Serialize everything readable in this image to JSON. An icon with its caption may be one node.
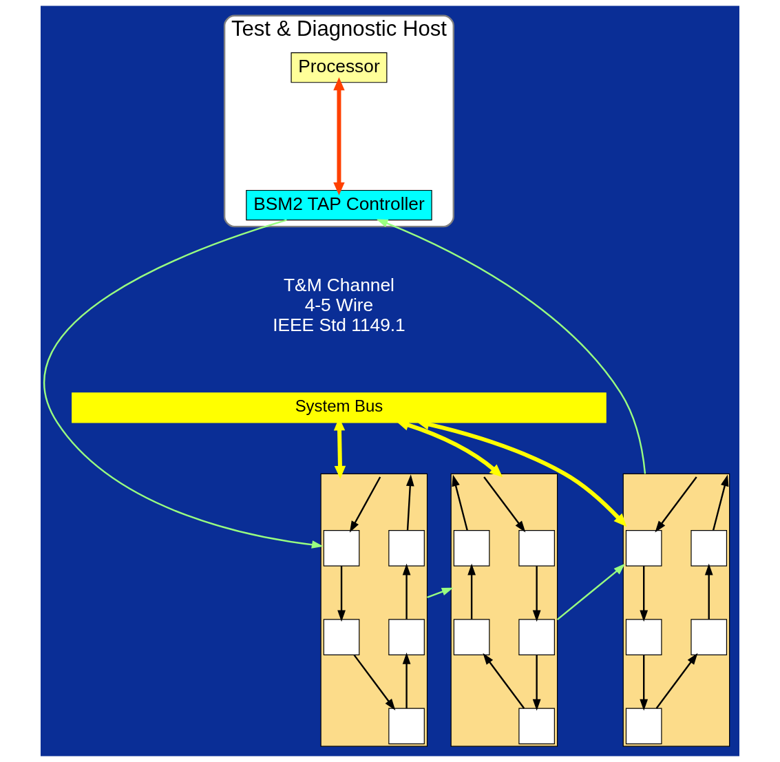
{
  "diagram": {
    "nodes": [
      {
        "text": [
          "Test & Diagnostic Host"
        ]
      },
      {
        "text": [
          "Processor"
        ],
        "in": 0
      },
      {
        "text": [
          "BSM2 TAP Controller"
        ],
        "in": 0
      },
      {
        "text": [
          "System Bus"
        ]
      },
      {
        "text": [],
        "shape": "box"
      },
      {
        "text": [],
        "shape": "box",
        "in": 4
      },
      {
        "text": [],
        "shape": "box",
        "in": 4
      },
      {
        "text": [],
        "shape": "box",
        "in": 4
      },
      {
        "text": [],
        "shape": "box",
        "in": 4
      },
      {
        "text": [],
        "shape": "box",
        "in": 4
      },
      {
        "text": [],
        "shape": "box"
      },
      {
        "text": [],
        "shape": "box",
        "in": 10
      },
      {
        "text": [],
        "shape": "box",
        "in": 10
      },
      {
        "text": [],
        "shape": "box",
        "in": 10
      },
      {
        "text": [],
        "shape": "box",
        "in": 10
      },
      {
        "text": [],
        "shape": "box",
        "in": 10
      },
      {
        "text": [],
        "shape": "box"
      },
      {
        "text": [],
        "shape": "box",
        "in": 16
      },
      {
        "text": [],
        "shape": "box",
        "in": 16
      },
      {
        "text": [],
        "shape": "box",
        "in": 16
      },
      {
        "text": [],
        "shape": "box",
        "in": 16
      },
      {
        "text": [],
        "shape": "box",
        "in": 16
      }
    ],
    "edges": [
      {
        "from": 1,
        "to": 2,
        "arrow": "both",
        "style": "thick",
        "color": "#ff4000"
      },
      {
        "from": 2,
        "to": 4,
        "arrow": "to",
        "color": "#99ff80"
      },
      {
        "from": 3,
        "to": 4,
        "arrow": "both",
        "style": "thick",
        "color": "#ffff00"
      },
      {
        "from": 4,
        "to": 10,
        "arrow": "to",
        "color": "#99ff80"
      },
      {
        "from": 3,
        "to": 10,
        "arrow": "both",
        "style": "thick",
        "color": "#ffff00"
      },
      {
        "from": 10,
        "to": 16,
        "arrow": "to",
        "color": "#99ff80"
      },
      {
        "from": 3,
        "to": 16,
        "arrow": "both",
        "style": "thick",
        "color": "#ffff00"
      },
      {
        "from": 16,
        "to": 2,
        "arrow": "to",
        "color": "#99ff80"
      },
      {
        "from": 4,
        "to": 5,
        "arrow": "to"
      },
      {
        "from": 5,
        "to": 7,
        "arrow": "to"
      },
      {
        "from": 7,
        "to": 9,
        "arrow": "to"
      },
      {
        "from": 9,
        "to": 8,
        "arrow": "to"
      },
      {
        "from": 8,
        "to": 6,
        "arrow": "to"
      },
      {
        "from": 6,
        "to": 4,
        "arrow": "to"
      },
      {
        "from": 10,
        "to": 11,
        "arrow": "to"
      },
      {
        "from": 11,
        "to": 13,
        "arrow": "to"
      },
      {
        "from": 13,
        "to": 15,
        "arrow": "to"
      },
      {
        "from": 15,
        "to": 14,
        "arrow": "to"
      },
      {
        "from": 14,
        "to": 12,
        "arrow": "to"
      },
      {
        "from": 12,
        "to": 10,
        "arrow": "to"
      },
      {
        "from": 16,
        "to": 17,
        "arrow": "to"
      },
      {
        "from": 17,
        "to": 19,
        "arrow": "to"
      },
      {
        "from": 19,
        "to": 21,
        "arrow": "to"
      },
      {
        "from": 21,
        "to": 20,
        "arrow": "to"
      },
      {
        "from": 20,
        "to": 18,
        "arrow": "to"
      },
      {
        "from": 18,
        "to": 16,
        "arrow": "to"
      }
    ],
    "labels": [
      "T&M Channel",
      "4-5 Wire",
      "IEEE Std 1149.1"
    ]
  }
}
